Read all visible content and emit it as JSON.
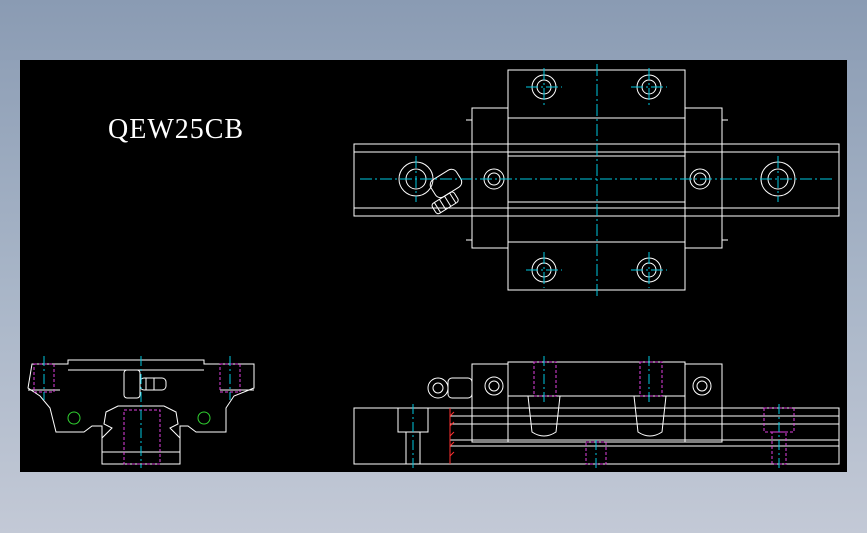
{
  "drawing": {
    "part_label": "QEW25CB"
  },
  "colors": {
    "background": "#000000",
    "outline": "#ffffff",
    "centerline": "#00c8e0",
    "hidden_line": "#e040e0",
    "hatch": "#ff3030",
    "screw_mark": "#30d030",
    "frame": "#8a9bb3"
  },
  "views": [
    "top-view",
    "end-view",
    "side-view"
  ]
}
